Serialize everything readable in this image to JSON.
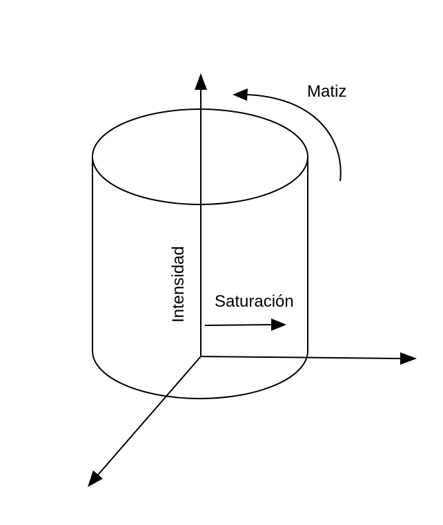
{
  "labels": {
    "hue": "Matiz",
    "intensity": "Intensidad",
    "saturation": "Saturación"
  },
  "colors": {
    "stroke": "#000000",
    "background": "#ffffff"
  }
}
